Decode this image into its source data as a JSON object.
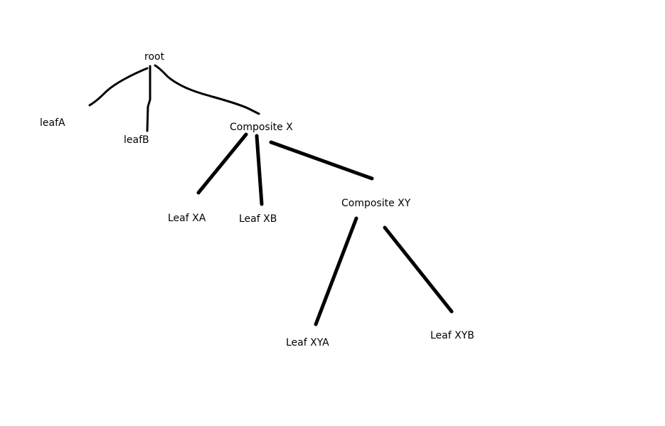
{
  "nodes": {
    "root": "root",
    "leafA": "leafA",
    "leafB": "leafB",
    "compositeX": "Composite X",
    "leafXA": "Leaf XA",
    "leafXB": "Leaf XB",
    "compositeXY": "Composite XY",
    "leafXYA": "Leaf XYA",
    "leafXYB": "Leaf XYB"
  },
  "edges": [
    {
      "from": "root",
      "to": "leafA"
    },
    {
      "from": "root",
      "to": "leafB"
    },
    {
      "from": "root",
      "to": "compositeX"
    },
    {
      "from": "compositeX",
      "to": "leafXA"
    },
    {
      "from": "compositeX",
      "to": "leafXB"
    },
    {
      "from": "compositeX",
      "to": "compositeXY"
    },
    {
      "from": "compositeXY",
      "to": "leafXYA"
    },
    {
      "from": "compositeXY",
      "to": "leafXYB"
    }
  ]
}
